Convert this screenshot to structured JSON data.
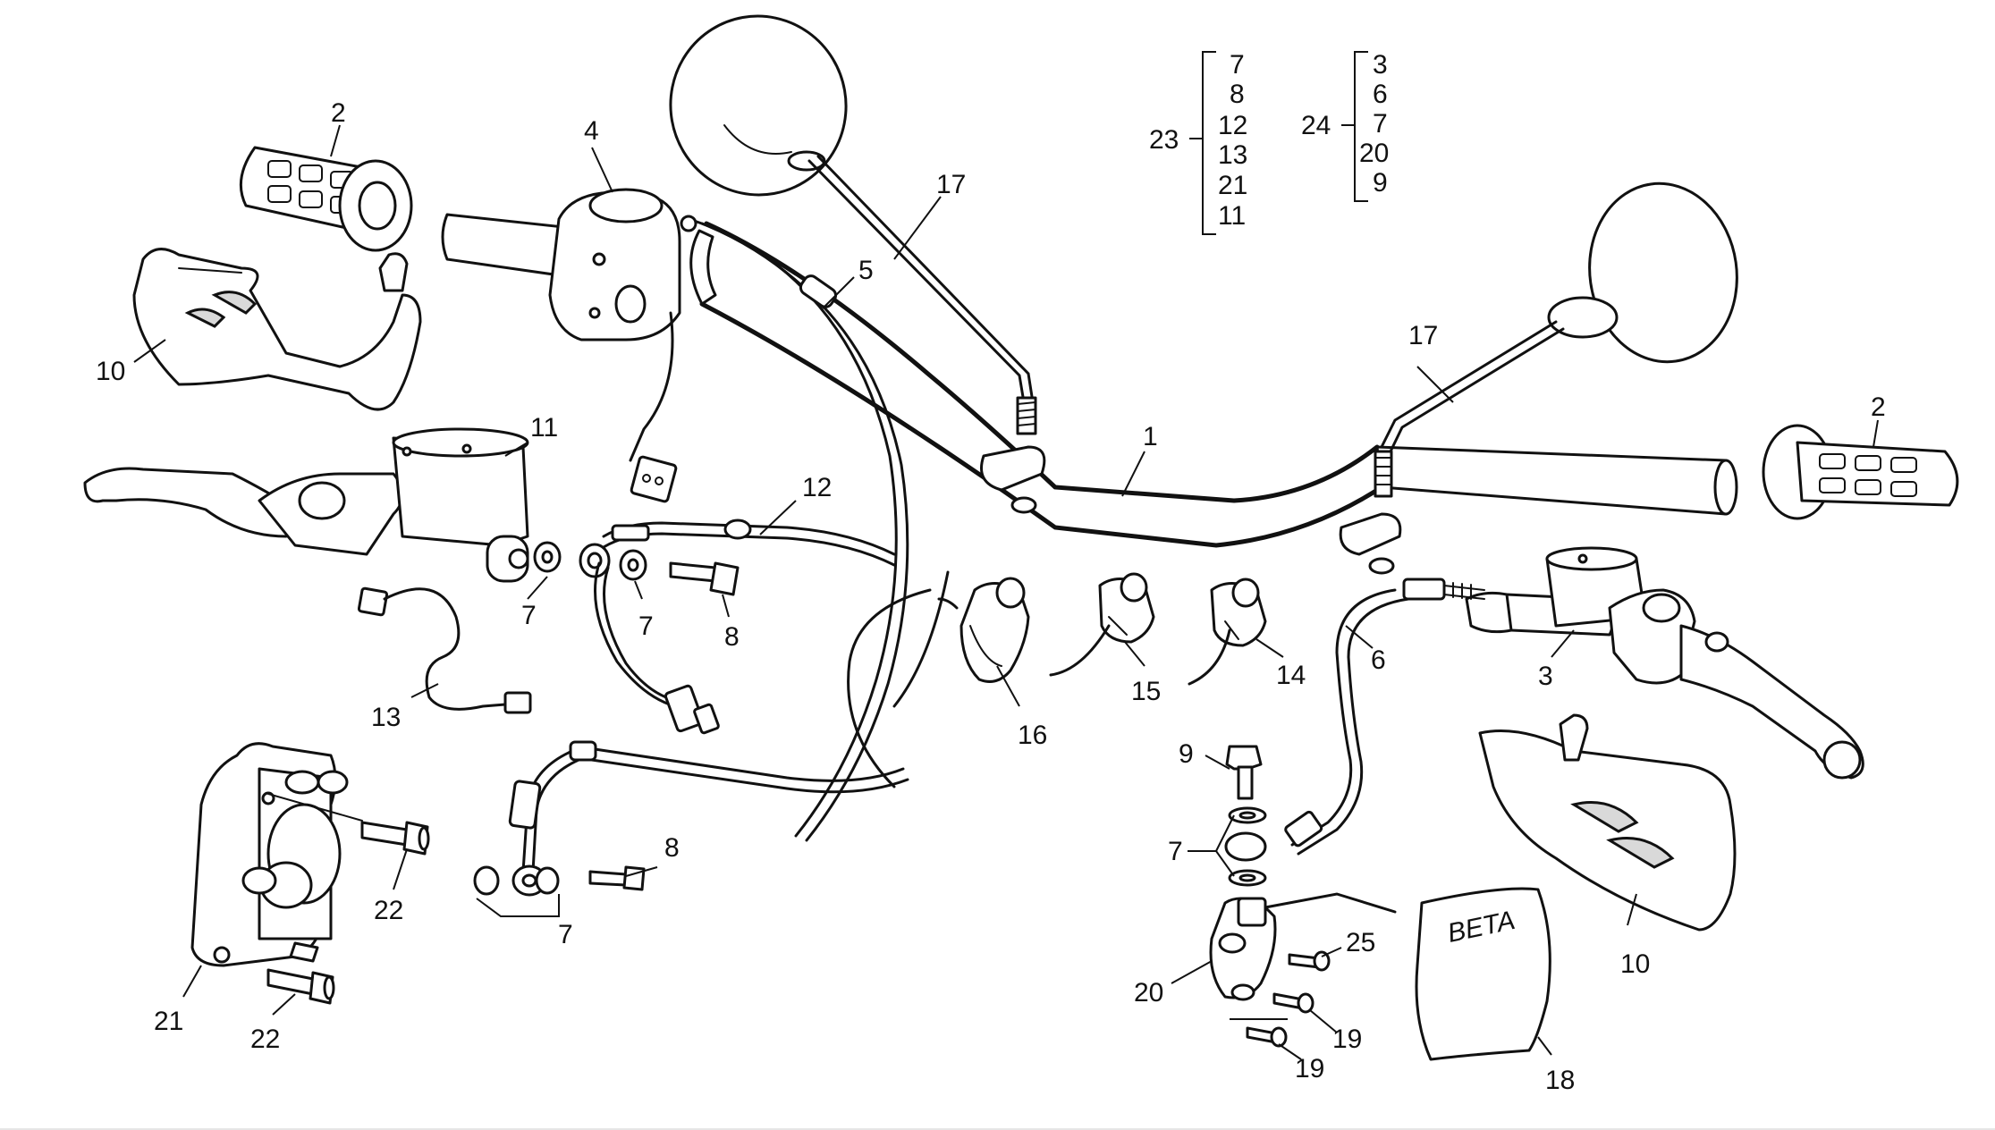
{
  "labels": {
    "p1": "1",
    "p2_left": "2",
    "p2_right": "2",
    "p3": "3",
    "p4": "4",
    "p5": "5",
    "p6": "6",
    "p7_a": "7",
    "p7_b": "7",
    "p7_c": "7",
    "p7_d": "7",
    "p8_a": "8",
    "p8_b": "8",
    "p9": "9",
    "p10_left": "10",
    "p10_right": "10",
    "p11": "11",
    "p12": "12",
    "p13": "13",
    "p14": "14",
    "p15": "15",
    "p16": "16",
    "p17_left": "17",
    "p17_right": "17",
    "p18": "18",
    "p19_a": "19",
    "p19_b": "19",
    "p20": "20",
    "p21": "21",
    "p22_a": "22",
    "p22_b": "22",
    "p25": "25"
  },
  "group_23": {
    "label": "23",
    "items": [
      "7",
      "8",
      "12",
      "13",
      "21",
      "11"
    ]
  },
  "group_24": {
    "label": "24",
    "items": [
      "3",
      "6",
      "7",
      "20",
      "9"
    ]
  },
  "bag_logo_text": "BETA"
}
